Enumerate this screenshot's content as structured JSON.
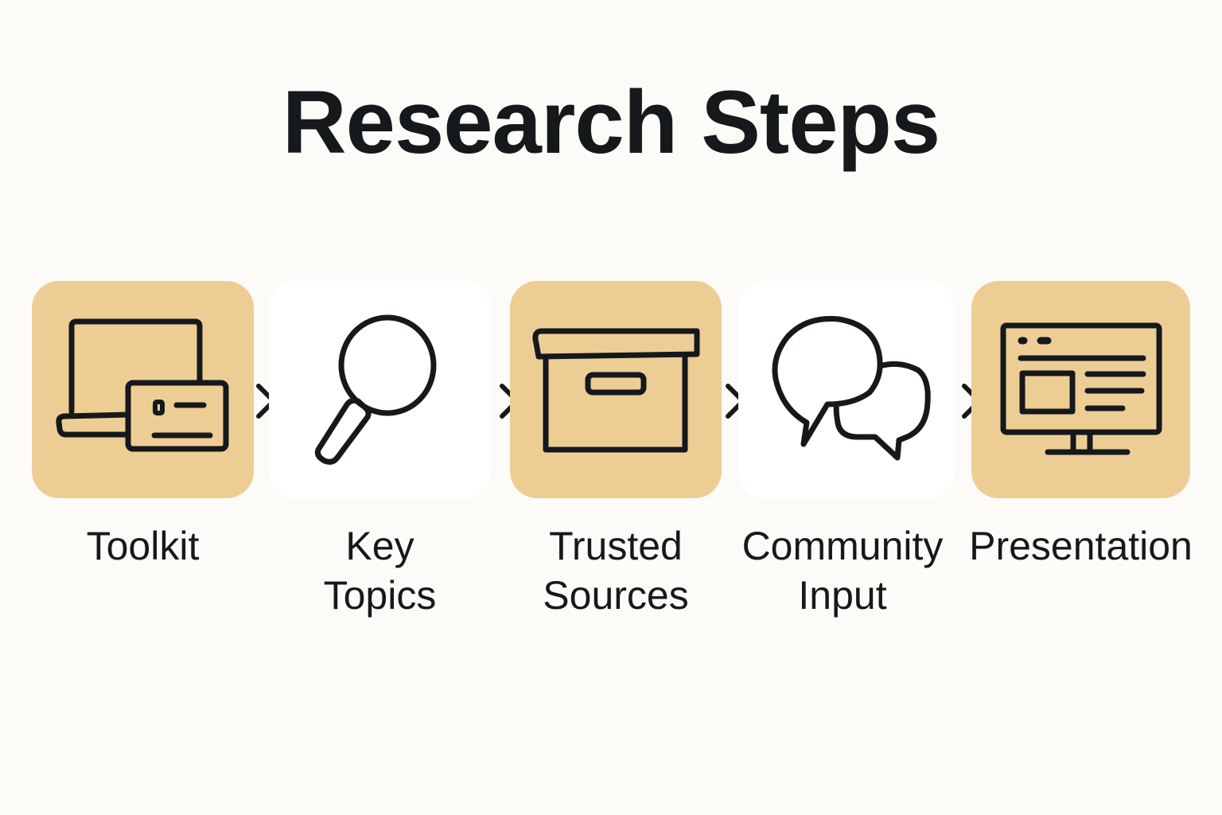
{
  "title": "Research Steps",
  "colors": {
    "background": "#fdfbf8",
    "card_tan": "#eecd95",
    "card_white": "#ffffff",
    "stroke": "#15191c"
  },
  "steps": [
    {
      "label": "Toolkit",
      "icon": "laptop-with-id-card-icon",
      "card": "tan"
    },
    {
      "label": "Key\nTopics",
      "icon": "magnifying-glass-icon",
      "card": "white"
    },
    {
      "label": "Trusted\nSources",
      "icon": "archive-box-icon",
      "card": "tan"
    },
    {
      "label": "Community\nInput",
      "icon": "speech-bubbles-icon",
      "card": "white"
    },
    {
      "label": "Presentation",
      "icon": "monitor-webpage-icon",
      "card": "tan"
    }
  ],
  "connector_icon": "chevron-right-icon"
}
